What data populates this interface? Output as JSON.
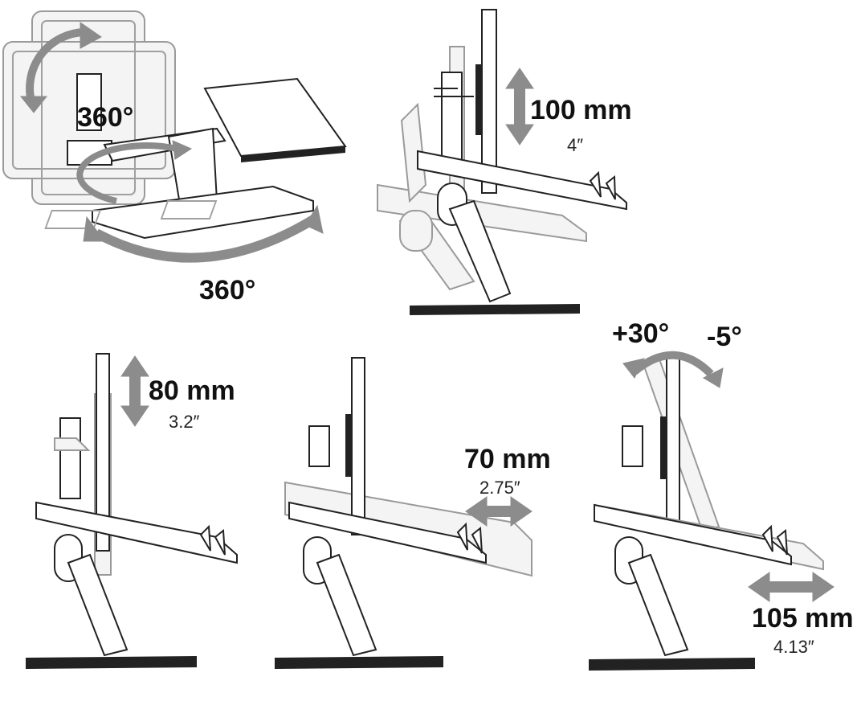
{
  "panels": {
    "rotation": {
      "screen_rotation_label": "360°",
      "base_rotation_label": "360°"
    },
    "height_100": {
      "mm_label": "100 mm",
      "inch_label": "4″"
    },
    "height_80": {
      "mm_label": "80 mm",
      "inch_label": "3.2″"
    },
    "depth_70": {
      "mm_label": "70 mm",
      "inch_label": "2.75″"
    },
    "tilt_slide": {
      "tilt_up_label": "+30°",
      "tilt_down_label": "-5°",
      "mm_label": "105 mm",
      "inch_label": "4.13″"
    }
  },
  "colors": {
    "arrow": "#8c8c8c",
    "line": "#222222",
    "ghost": "#a0a0a0"
  }
}
